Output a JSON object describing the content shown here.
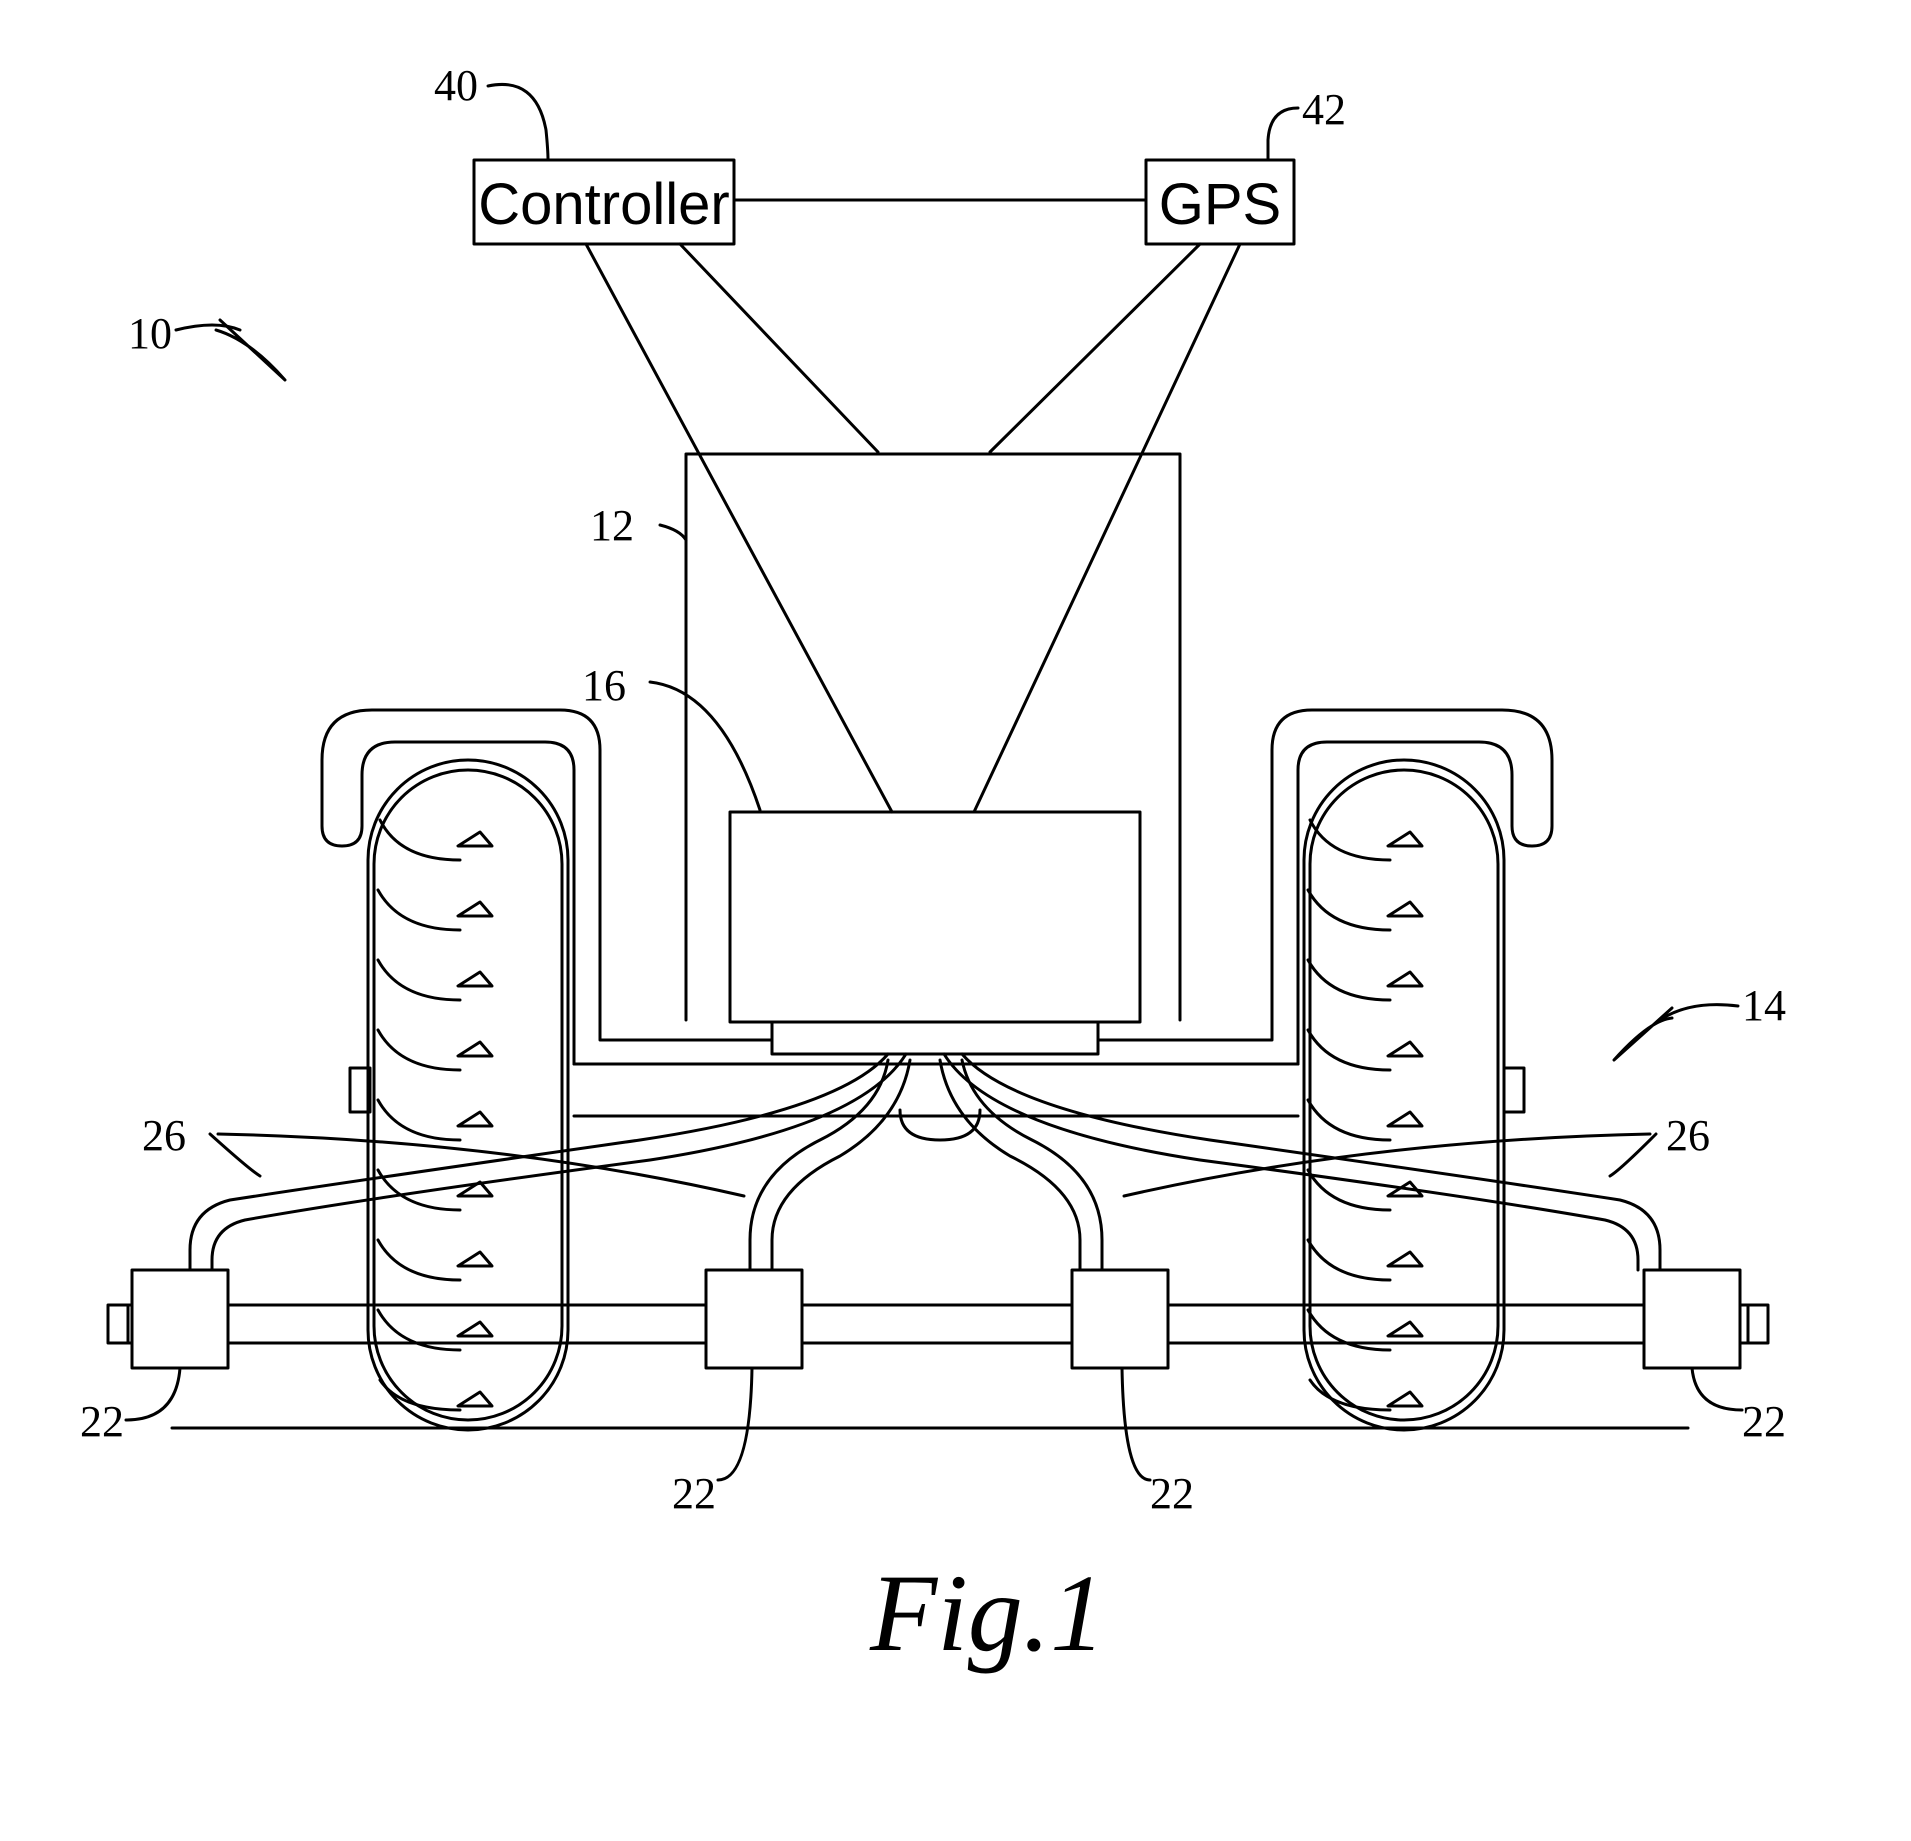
{
  "figure": {
    "caption": "Fig.1",
    "boxes": {
      "controller": "Controller",
      "gps": "GPS"
    },
    "refs": {
      "system": "10",
      "hopper": "12",
      "boom": "14",
      "metering": "16",
      "nozzle": "22",
      "hose": "26",
      "controller": "40",
      "gps": "42"
    }
  }
}
